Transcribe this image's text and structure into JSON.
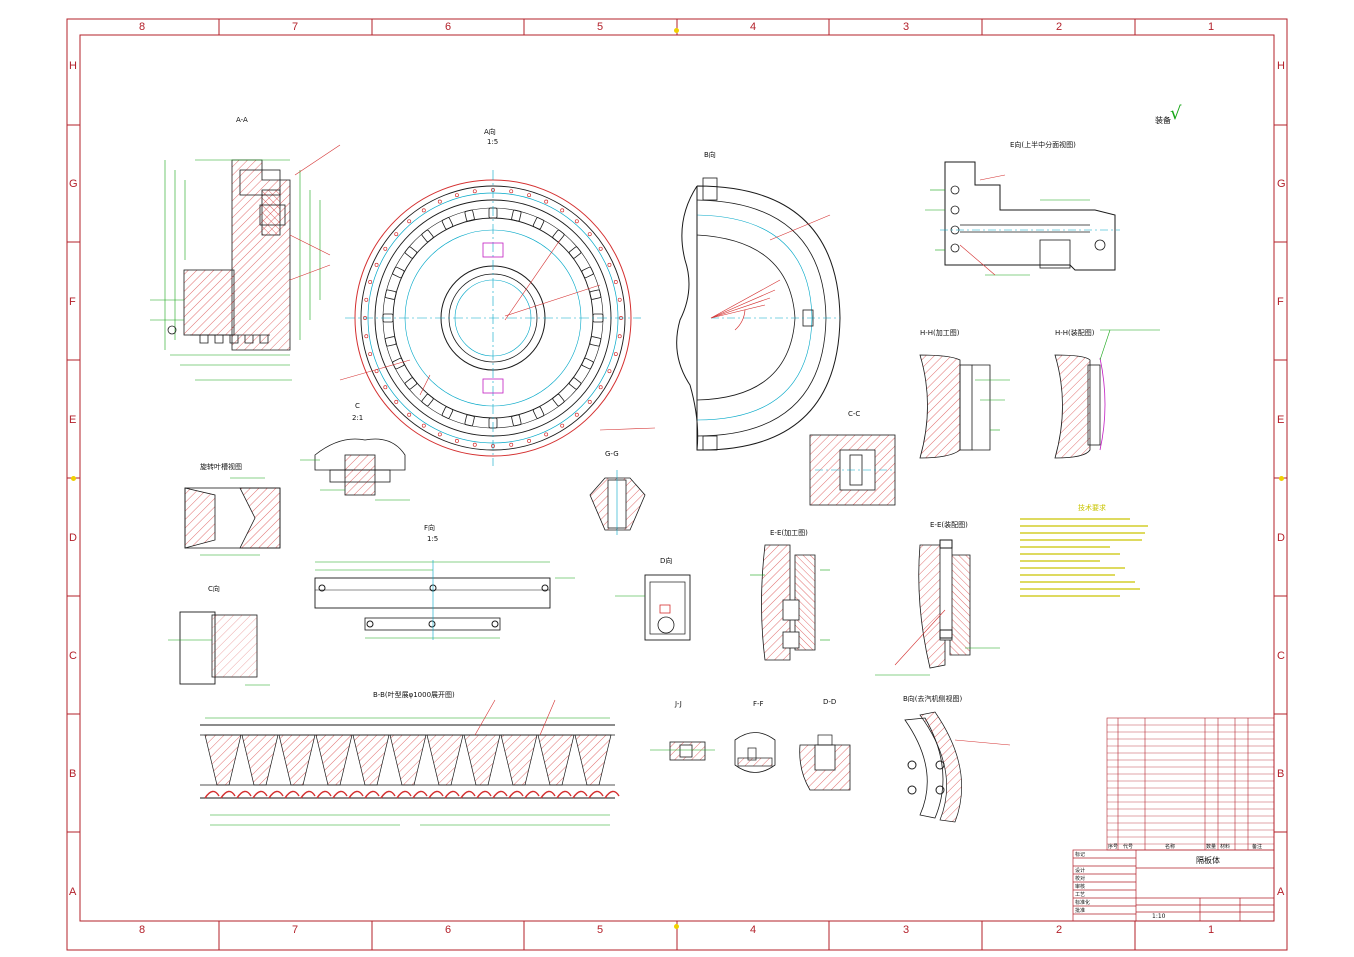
{
  "drawing": {
    "colors": {
      "frame": "#b3202a",
      "outline": "#1a1a1a",
      "hatch": "#d43030",
      "dimension": "#16a616",
      "centerline": "#00a7c7",
      "note": "#c9c400",
      "accent": "#c21cc2"
    },
    "border_columns": [
      "8",
      "7",
      "6",
      "5",
      "4",
      "3",
      "2",
      "1"
    ],
    "border_rows": [
      "H",
      "G",
      "F",
      "E",
      "D",
      "C",
      "B",
      "A"
    ],
    "mark": "装备",
    "views": {
      "aa": "A-A",
      "a_view": "A向",
      "a_scale": "1:5",
      "b_view": "B向",
      "e_view": "E向(上半中分面视图)",
      "hh1": "H-H(加工图)",
      "hh2": "H-H(装配图)",
      "cc": "C-C",
      "c_view": "C",
      "c_scale": "2:1",
      "vane_note": "旋转叶槽视图",
      "gg": "G-G",
      "d_view": "D向",
      "f_view": "F向",
      "f_scale": "1:5",
      "ee1": "E-E(加工图)",
      "ee2": "E-E(装配图)",
      "c_dir": "C向",
      "bb": "B-B(叶型展φ1000展开图)",
      "jj": "J-J",
      "ff": "F-F",
      "dd": "D-D",
      "tech": "技术要求",
      "b_bottom": "B向(去汽机侧视图)"
    },
    "title_block": {
      "title": "隔板体",
      "scale": "1:10",
      "row_labels": [
        "标记",
        "设计",
        "校对",
        "审核",
        "工艺",
        "标准化",
        "批准"
      ],
      "bom_header": [
        "序号",
        "代号",
        "名称",
        "数量",
        "材料",
        "备注"
      ]
    }
  }
}
